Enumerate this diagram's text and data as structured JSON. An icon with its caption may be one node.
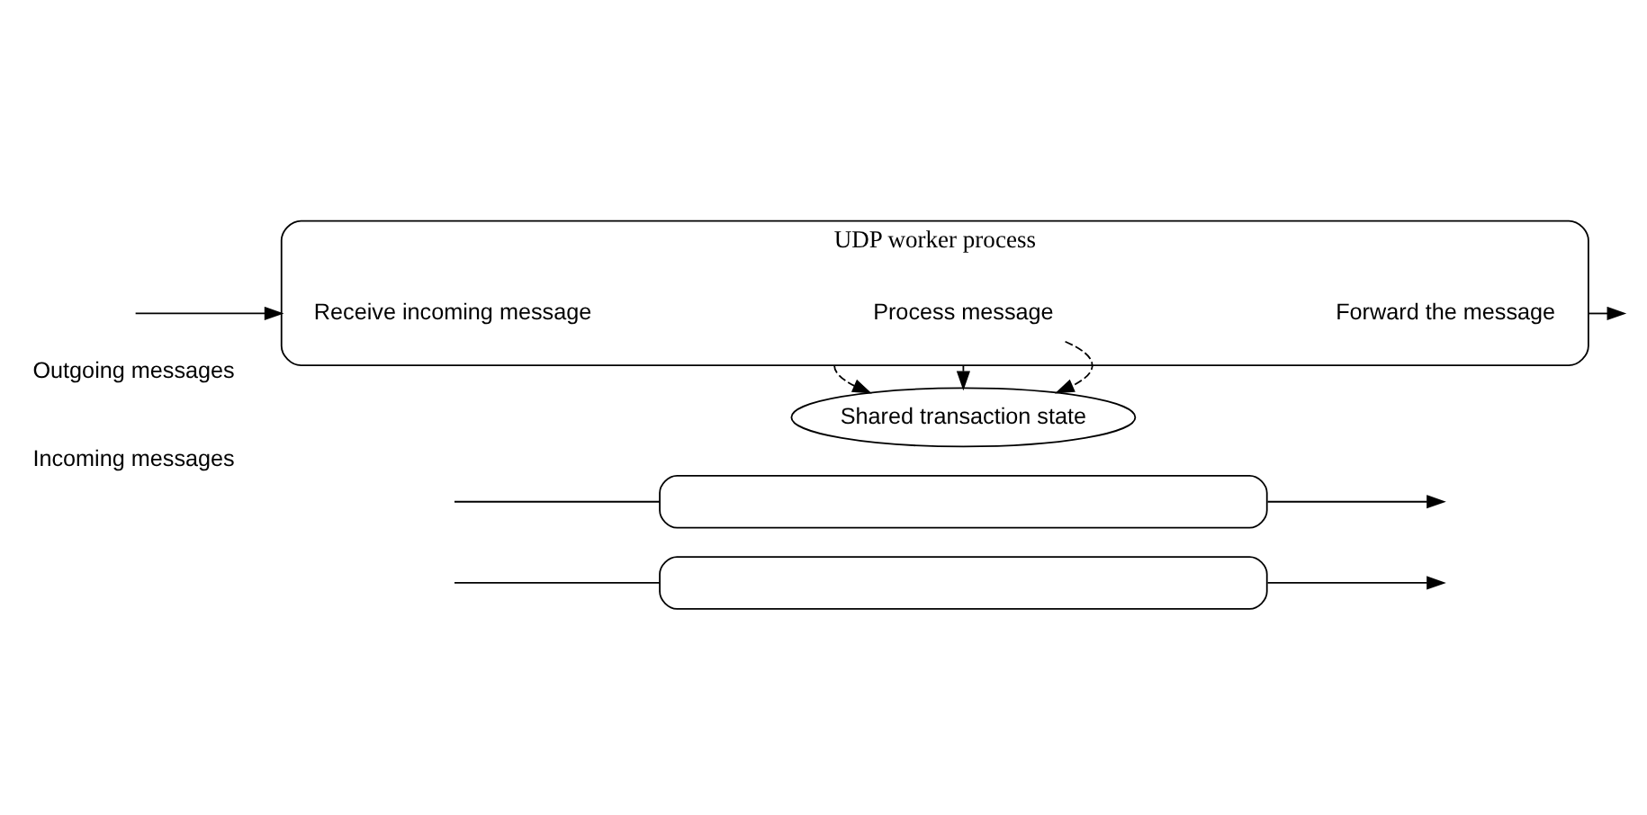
{
  "diagram": {
    "nodes": [
      {
        "text": [
          "Shared transaction state"
        ]
      },
      {
        "text": [
          "UDP worker process"
        ]
      },
      {
        "text": [
          "Receive incoming message"
        ],
        "in": 1
      },
      {
        "text": [
          "Process message"
        ],
        "in": 1
      },
      {
        "text": [
          "Forward the message"
        ],
        "in": 1
      },
      {
        "text": [],
        "shape": "box"
      },
      {
        "text": [],
        "shape": "box"
      }
    ],
    "edges": [
      {
        "from": 3,
        "to": 0,
        "arrow": "to",
        "style": "dashed"
      },
      {
        "from": 1,
        "to": 0,
        "arrow": "to",
        "style": "dashed"
      },
      {
        "from": 1,
        "to": 0,
        "arrow": "to",
        "style": "dashed"
      },
      {
        "from": null,
        "to": 1,
        "arrow": "to"
      },
      {
        "from": null,
        "to": 5,
        "arrow": "none"
      },
      {
        "from": null,
        "to": 6,
        "arrow": "none"
      },
      {
        "from": 1,
        "to": null,
        "arrow": "to"
      },
      {
        "from": 5,
        "to": null,
        "arrow": "to"
      },
      {
        "from": 6,
        "to": null,
        "arrow": "to"
      }
    ],
    "labels": [
      "Incoming messages",
      "Outgoing messages"
    ]
  }
}
